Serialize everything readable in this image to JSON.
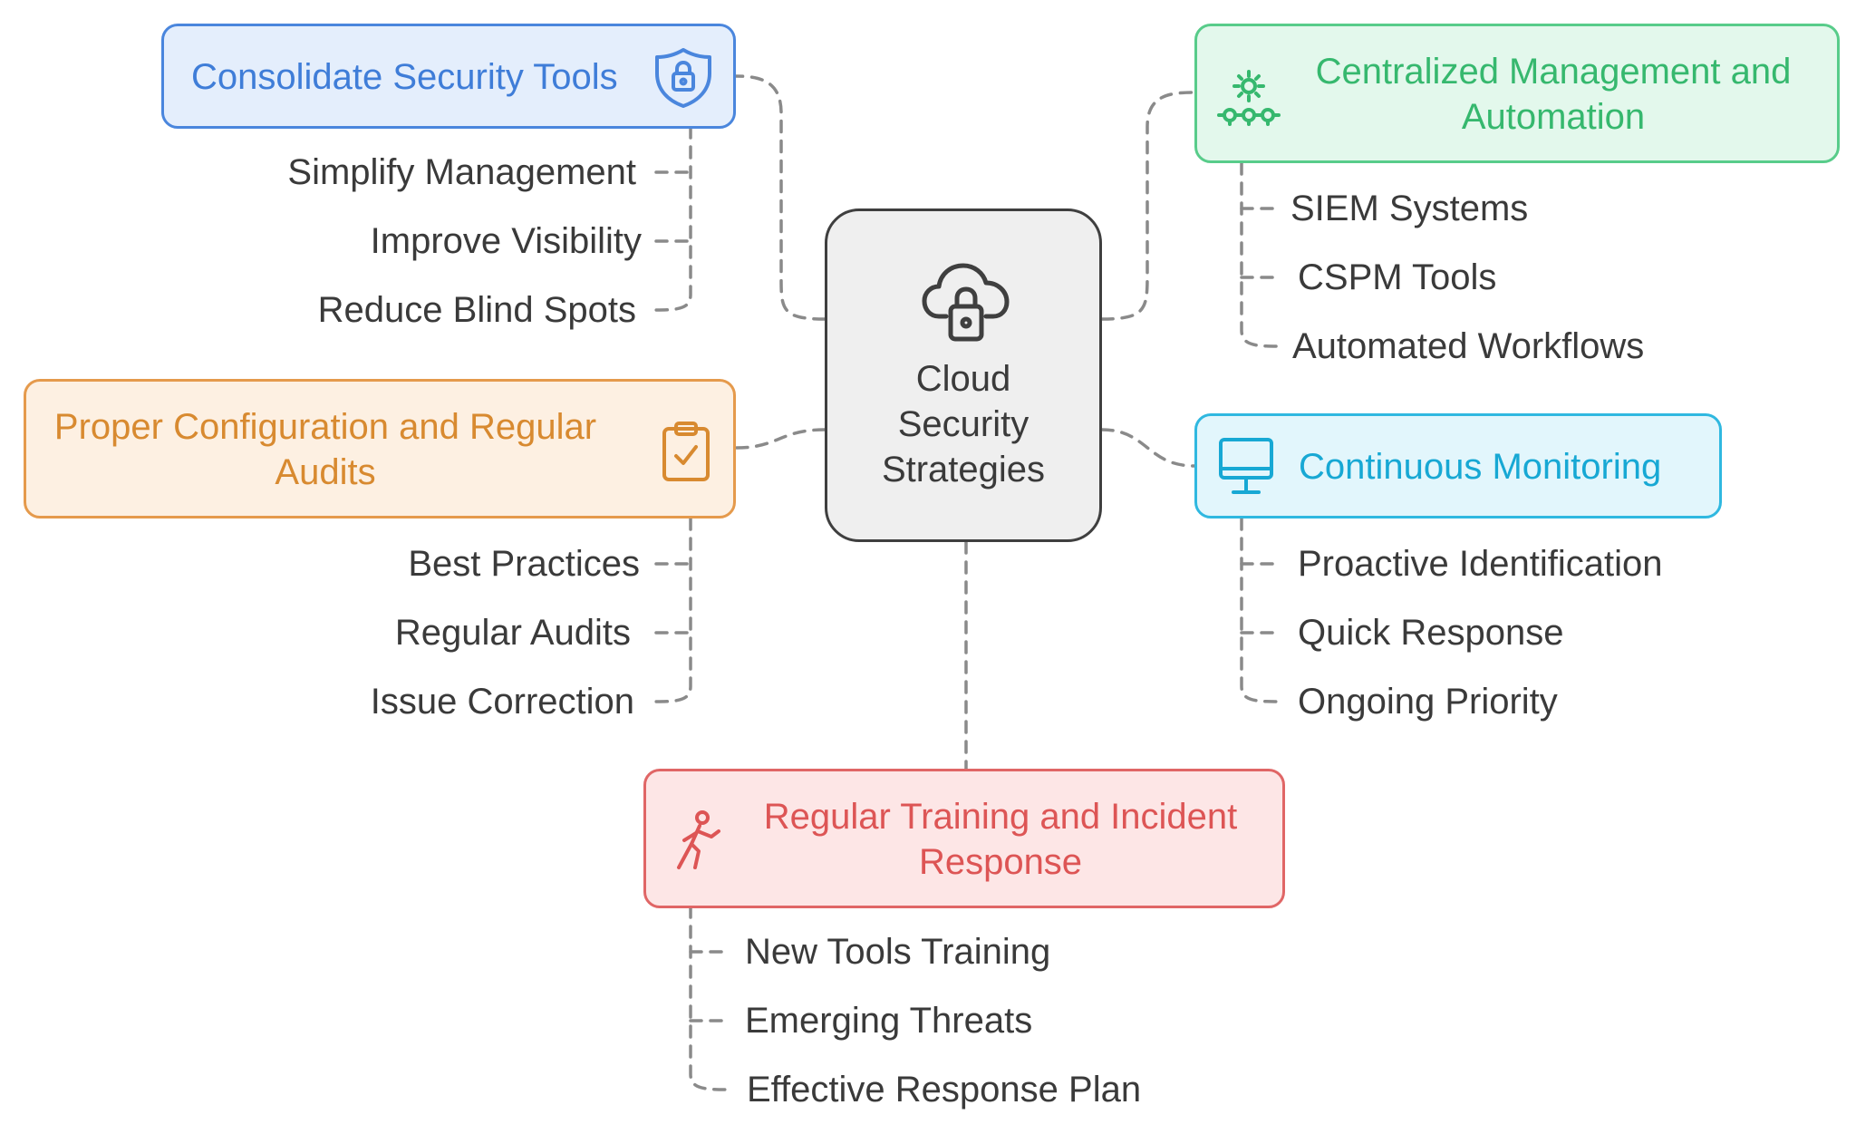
{
  "center": {
    "lines": [
      "Cloud",
      "Security",
      "Strategies"
    ],
    "icon": "cloud-lock-icon"
  },
  "branches": {
    "consolidate": {
      "title": "Consolidate Security Tools",
      "icon": "shield-lock-icon",
      "color": "#4a86dd",
      "items": [
        "Simplify Management",
        "Improve Visibility",
        "Reduce Blind Spots"
      ]
    },
    "centralized": {
      "title_lines": [
        "Centralized Management and",
        "Automation"
      ],
      "icon": "gear-network-icon",
      "color": "#58cc8a",
      "items": [
        "SIEM Systems",
        "CSPM Tools",
        "Automated Workflows"
      ]
    },
    "configuration": {
      "title_lines": [
        "Proper Configuration and Regular",
        "Audits"
      ],
      "icon": "clipboard-check-icon",
      "color": "#e59a4c",
      "items": [
        "Best Practices",
        "Regular Audits",
        "Issue Correction"
      ]
    },
    "monitoring": {
      "title": "Continuous Monitoring",
      "icon": "monitor-icon",
      "color": "#2fb8e0",
      "items": [
        "Proactive Identification",
        "Quick Response",
        "Ongoing Priority"
      ]
    },
    "training": {
      "title_lines": [
        "Regular Training and Incident",
        "Response"
      ],
      "icon": "running-person-icon",
      "color": "#e06666",
      "items": [
        "New Tools Training",
        "Emerging Threats",
        "Effective Response Plan"
      ]
    }
  }
}
